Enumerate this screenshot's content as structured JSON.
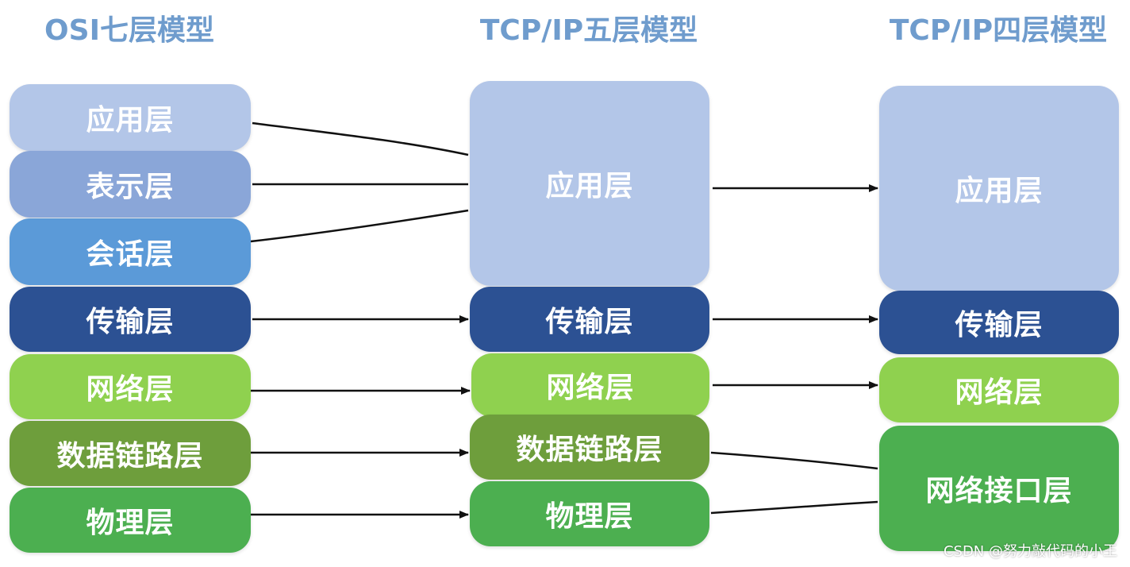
{
  "columns": {
    "osi": {
      "title": "OSI七层模型",
      "layers": [
        "应用层",
        "表示层",
        "会话层",
        "传输层",
        "网络层",
        "数据链路层",
        "物理层"
      ]
    },
    "tcp5": {
      "title": "TCP/IP五层模型",
      "layers": [
        "应用层",
        "传输层",
        "网络层",
        "数据链路层",
        "物理层"
      ]
    },
    "tcp4": {
      "title": "TCP/IP四层模型",
      "layers": [
        "应用层",
        "传输层",
        "网络层",
        "网络接口层"
      ]
    }
  },
  "colors": {
    "title": "#6f9ccd",
    "application": "#b3c6e8",
    "presentation": "#8aa6d8",
    "session": "#5b9ad8",
    "transport": "#2c5193",
    "network": "#8fd14f",
    "datalink": "#6e9e3c",
    "physical": "#4caf50",
    "interface": "#4caf50",
    "connector": "#111111"
  },
  "watermark": "CSDN @努力敲代码的小王"
}
